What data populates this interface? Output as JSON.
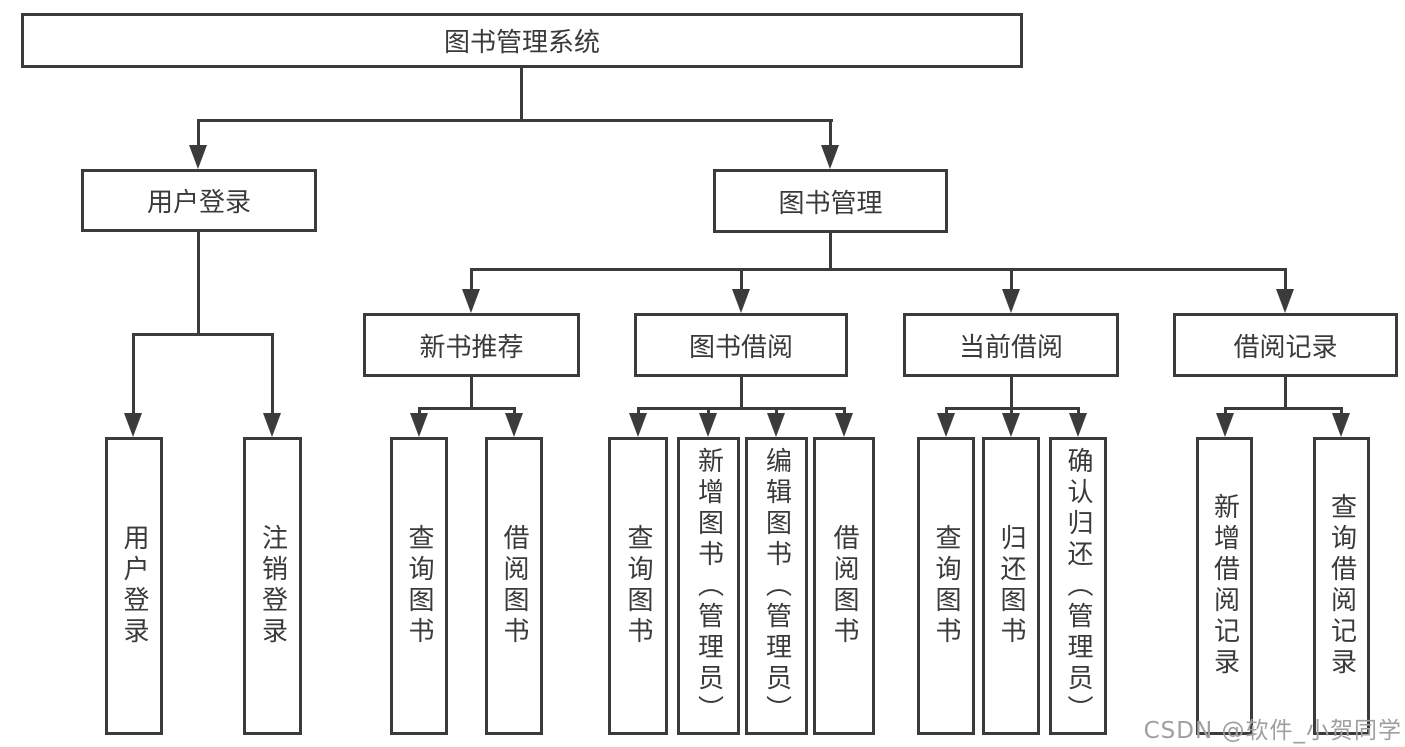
{
  "colors": {
    "line": "#3b3b3b",
    "text": "#3a3a3a",
    "background": "#ffffff",
    "watermark": "#9f9f9f"
  },
  "watermark": {
    "text": "CSDN @软件_小贺同学"
  },
  "tree": {
    "root": {
      "label": "图书管理系统"
    },
    "level1": [
      {
        "label": "用户登录"
      },
      {
        "label": "图书管理"
      }
    ],
    "level2": [
      {
        "label": "新书推荐",
        "parent": "图书管理"
      },
      {
        "label": "图书借阅",
        "parent": "图书管理"
      },
      {
        "label": "当前借阅",
        "parent": "图书管理"
      },
      {
        "label": "借阅记录",
        "parent": "图书管理"
      }
    ],
    "leaves": [
      {
        "label": "用户登录",
        "parent": "用户登录"
      },
      {
        "label": "注销登录",
        "parent": "用户登录"
      },
      {
        "label": "查询图书",
        "parent": "新书推荐"
      },
      {
        "label": "借阅图书",
        "parent": "新书推荐"
      },
      {
        "label": "查询图书",
        "parent": "图书借阅"
      },
      {
        "label": "新增图书（管理员）",
        "parent": "图书借阅"
      },
      {
        "label": "编辑图书（管理员）",
        "parent": "图书借阅"
      },
      {
        "label": "借阅图书",
        "parent": "图书借阅"
      },
      {
        "label": "查询图书",
        "parent": "当前借阅"
      },
      {
        "label": "归还图书",
        "parent": "当前借阅"
      },
      {
        "label": "确认归还（管理员）",
        "parent": "当前借阅"
      },
      {
        "label": "新增借阅记录",
        "parent": "借阅记录"
      },
      {
        "label": "查询借阅记录",
        "parent": "借阅记录"
      }
    ]
  }
}
